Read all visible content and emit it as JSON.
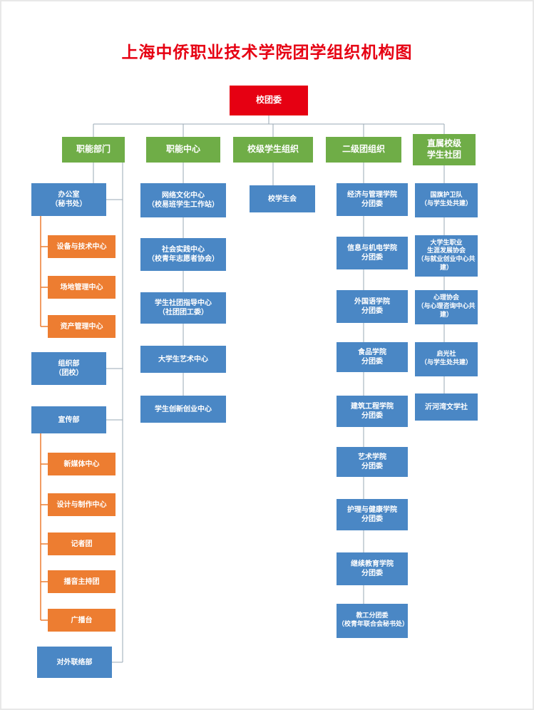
{
  "title": "上海中侨职业技术学院团学组织机构图",
  "root": {
    "label": "校团委"
  },
  "columns": [
    {
      "header": "职能部门",
      "nodes": [
        "办公室\n（秘书处）",
        "设备与技术中心",
        "场地管理中心",
        "资产管理中心",
        "组织部\n（团校）",
        "宣传部",
        "新媒体中心",
        "设计与制作中心",
        "记者团",
        "播音主持团",
        "广播台",
        "对外联络部"
      ]
    },
    {
      "header": "职能中心",
      "nodes": [
        "网络文化中心\n（校易班学生工作站）",
        "社会实践中心\n（校青年志愿者协会）",
        "学生社团指导中心\n（社团团工委）",
        "大学生艺术中心",
        "学生创新创业中心"
      ]
    },
    {
      "header": "校级学生组织",
      "nodes": [
        "校学生会"
      ]
    },
    {
      "header": "二级团组织",
      "nodes": [
        "经济与管理学院\n分团委",
        "信息与机电学院\n分团委",
        "外国语学院\n分团委",
        "食品学院\n分团委",
        "建筑工程学院\n分团委",
        "艺术学院\n分团委",
        "护理与健康学院\n分团委",
        "继续教育学院\n分团委",
        "教工分团委\n（校青年联合会秘书处）"
      ]
    },
    {
      "header": "直属校级\n学生社团",
      "nodes": [
        "国旗护卫队\n（与学生处共建）",
        "大学生职业\n生涯发展协会\n（与就业创业中心共建）",
        "心理协会\n（与心理咨询中心共建）",
        "启光社\n（与学生处共建）",
        "沂河湾文学社"
      ]
    }
  ],
  "colors": {
    "title": "#e60012",
    "root": "#e60012",
    "green": "#6fad47",
    "blue": "#4a87c5",
    "orange": "#ed7d31",
    "line": "#9aa8b4",
    "background": "#ffffff"
  }
}
